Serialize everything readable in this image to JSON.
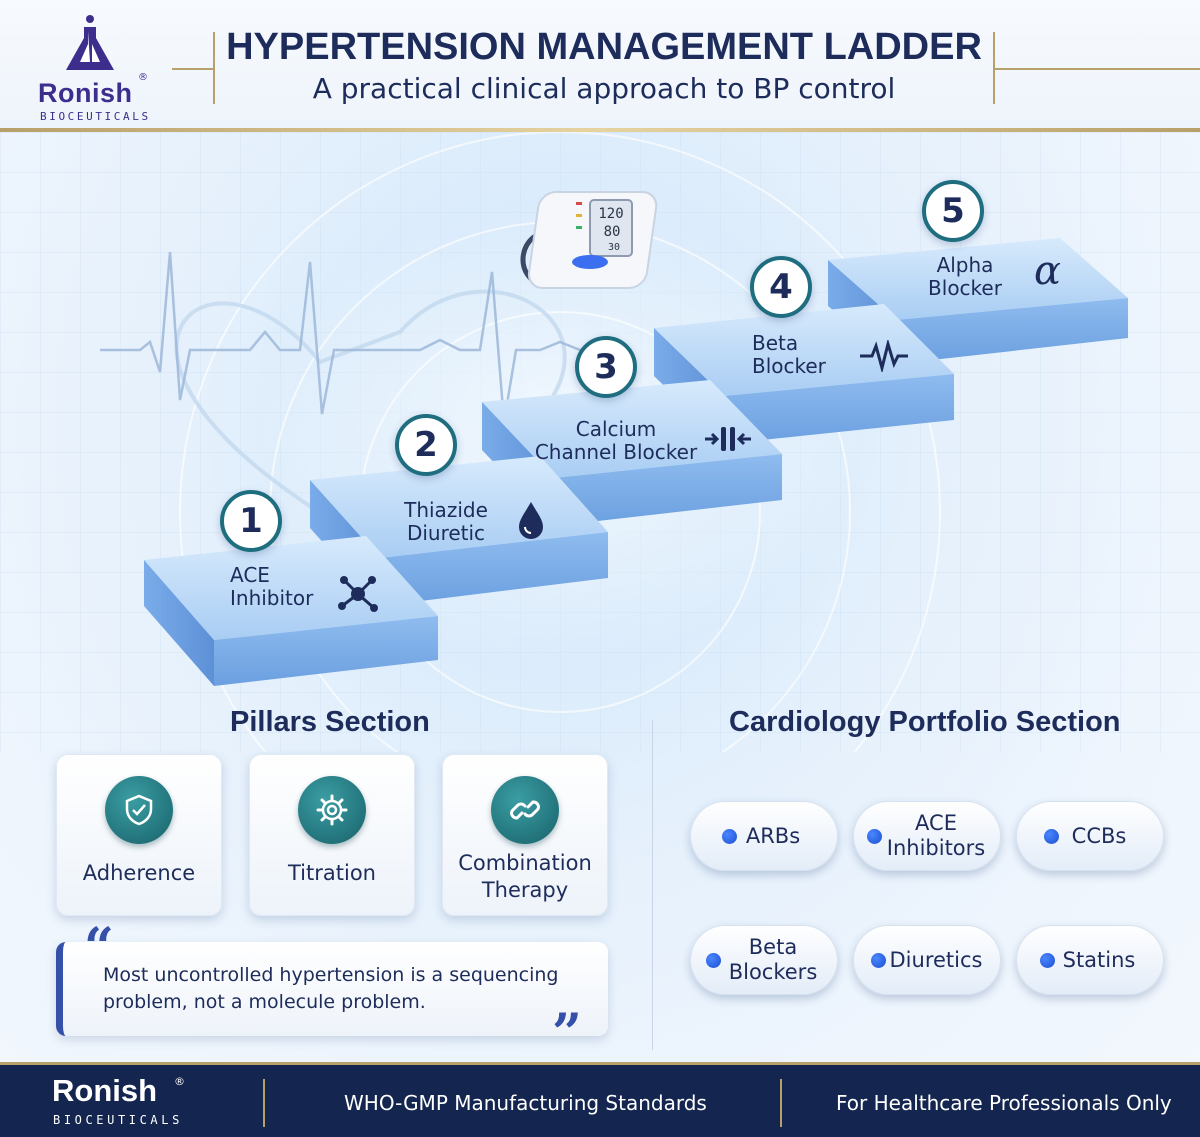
{
  "brand": {
    "name": "Ronish",
    "registered": "®",
    "tagline": "BIOCEUTICALS",
    "primary_color": "#3d2d8c",
    "gold_color": "#b8a06a",
    "navy_color": "#14264f"
  },
  "header": {
    "title": "HYPERTENSION MANAGEMENT LADDER",
    "subtitle": "A practical clinical approach to BP control"
  },
  "monitor": {
    "systolic": "120",
    "diastolic": "80",
    "pulse": "30"
  },
  "ladder": {
    "steps": [
      {
        "number": "1",
        "line1": "ACE",
        "line2": "Inhibitor",
        "icon": "molecule-icon"
      },
      {
        "number": "2",
        "line1": "Thiazide",
        "line2": "Diuretic",
        "icon": "drop-icon"
      },
      {
        "number": "3",
        "line1": "Calcium",
        "line2": "Channel Blocker",
        "icon": "channel-icon"
      },
      {
        "number": "4",
        "line1": "Beta",
        "line2": "Blocker",
        "icon": "pulse-icon"
      },
      {
        "number": "5",
        "line1": "Alpha",
        "line2": "Blocker",
        "icon": "alpha-icon",
        "symbol": "α"
      }
    ]
  },
  "pillars": {
    "title": "Pillars Section",
    "items": [
      {
        "line1": "Adherence",
        "line2": "",
        "icon": "shield-check-icon"
      },
      {
        "line1": "Titration",
        "line2": "",
        "icon": "gear-icon"
      },
      {
        "line1": "Combination",
        "line2": "Therapy",
        "icon": "chain-link-icon"
      }
    ],
    "quote": {
      "line1": "Most uncontrolled hypertension is a sequencing",
      "line2": "problem, not a molecule problem.",
      "open_mark": "“",
      "close_mark": "”"
    }
  },
  "portfolio": {
    "title": "Cardiology Portfolio Section",
    "items": [
      {
        "line1": "ARBs",
        "line2": ""
      },
      {
        "line1": "ACE",
        "line2": "Inhibitors"
      },
      {
        "line1": "CCBs",
        "line2": ""
      },
      {
        "line1": "Beta",
        "line2": "Blockers"
      },
      {
        "line1": "Diuretics",
        "line2": ""
      },
      {
        "line1": "Statins",
        "line2": ""
      }
    ]
  },
  "footer": {
    "standard": "WHO-GMP Manufacturing Standards",
    "audience": "For Healthcare Professionals Only"
  }
}
